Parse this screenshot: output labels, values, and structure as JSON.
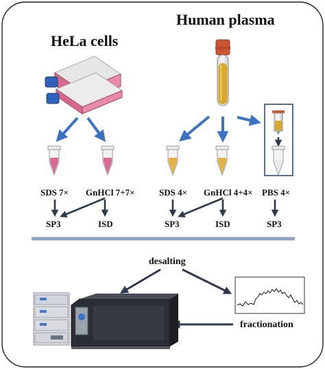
{
  "titles": {
    "hela": "HeLa cells",
    "plasma": "Human plasma"
  },
  "samples": {
    "hela_sds": "SDS 7×",
    "hela_gnhcl": "GnHCl 7+7×",
    "plasma_sds": "SDS 4×",
    "plasma_gnhcl": "GnHCl 4+4×",
    "plasma_pbs": "PBS 4×"
  },
  "methods": {
    "hela_sp3": "SP3",
    "hela_isd": "ISD",
    "plasma_sp3": "SP3",
    "plasma_isd": "ISD",
    "pbs_sp3": "SP3"
  },
  "steps": {
    "desalting": "desalting",
    "fractionation": "fractionation"
  },
  "colors": {
    "arrow_blue": "#3b72c4",
    "arrow_dark": "#2e3a4b",
    "divider": "#8ea3c0",
    "flask_pink": "#d9678d",
    "plasma_yellow": "#d7a82a",
    "tube_cap": "#cc5533"
  }
}
